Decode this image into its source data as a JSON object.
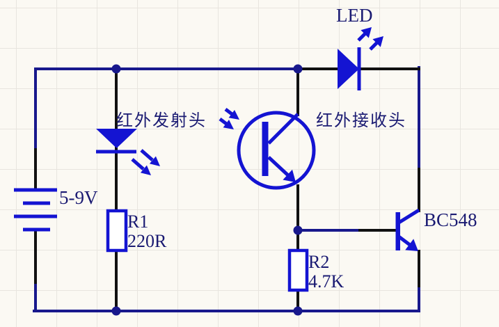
{
  "diagram": {
    "type": "circuit-schematic",
    "description_labels": {
      "ir_emitter": "红外发射头",
      "ir_receiver": "红外接收头"
    },
    "components": {
      "battery": {
        "voltage": "5-9V"
      },
      "ir_emitter_led": {
        "label": "红外发射头"
      },
      "r1": {
        "name": "R1",
        "value": "220R"
      },
      "phototransistor": {
        "label": "红外接收头"
      },
      "r2": {
        "name": "R2",
        "value": "4.7K"
      },
      "transistor": {
        "model": "BC548"
      },
      "output_led": {
        "label": "LED"
      }
    },
    "colors": {
      "background": "#fbf9f3",
      "grid_line": "#e8e5df",
      "symbol_blue": "#1414d2",
      "wire_navy": "#18188c",
      "wire_black": "#111111",
      "label_navy": "#1a1a72"
    }
  }
}
